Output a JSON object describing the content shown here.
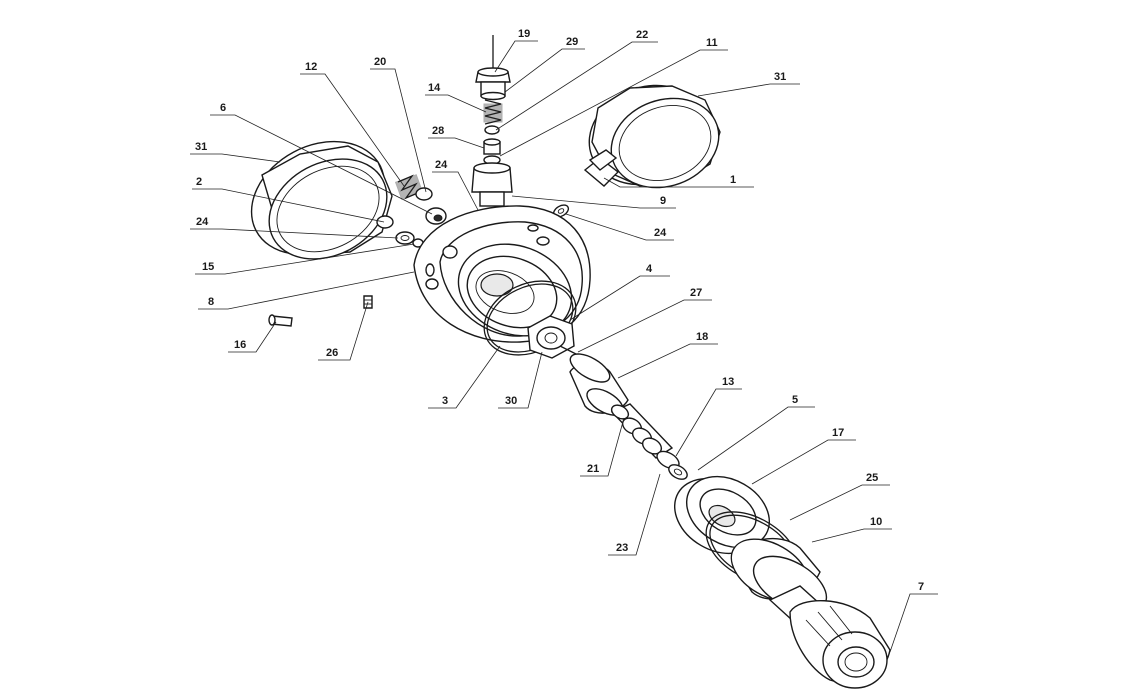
{
  "callouts": [
    {
      "id": "c19",
      "text": "19"
    },
    {
      "id": "c29",
      "text": "29"
    },
    {
      "id": "c22",
      "text": "22"
    },
    {
      "id": "c11",
      "text": "11"
    },
    {
      "id": "c31a",
      "text": "31"
    },
    {
      "id": "c12",
      "text": "12"
    },
    {
      "id": "c20",
      "text": "20"
    },
    {
      "id": "c14",
      "text": "14"
    },
    {
      "id": "c28",
      "text": "28"
    },
    {
      "id": "c6",
      "text": "6"
    },
    {
      "id": "c31b",
      "text": "31"
    },
    {
      "id": "c24a",
      "text": "24"
    },
    {
      "id": "c1",
      "text": "1"
    },
    {
      "id": "c2",
      "text": "2"
    },
    {
      "id": "c9",
      "text": "9"
    },
    {
      "id": "c24b",
      "text": "24"
    },
    {
      "id": "c24c",
      "text": "24"
    },
    {
      "id": "c15",
      "text": "15"
    },
    {
      "id": "c4",
      "text": "4"
    },
    {
      "id": "c8",
      "text": "8"
    },
    {
      "id": "c27",
      "text": "27"
    },
    {
      "id": "c18",
      "text": "18"
    },
    {
      "id": "c16",
      "text": "16"
    },
    {
      "id": "c26",
      "text": "26"
    },
    {
      "id": "c13",
      "text": "13"
    },
    {
      "id": "c3",
      "text": "3"
    },
    {
      "id": "c30",
      "text": "30"
    },
    {
      "id": "c5",
      "text": "5"
    },
    {
      "id": "c17",
      "text": "17"
    },
    {
      "id": "c21",
      "text": "21"
    },
    {
      "id": "c25",
      "text": "25"
    },
    {
      "id": "c10",
      "text": "10"
    },
    {
      "id": "c23",
      "text": "23"
    },
    {
      "id": "c7",
      "text": "7"
    }
  ]
}
